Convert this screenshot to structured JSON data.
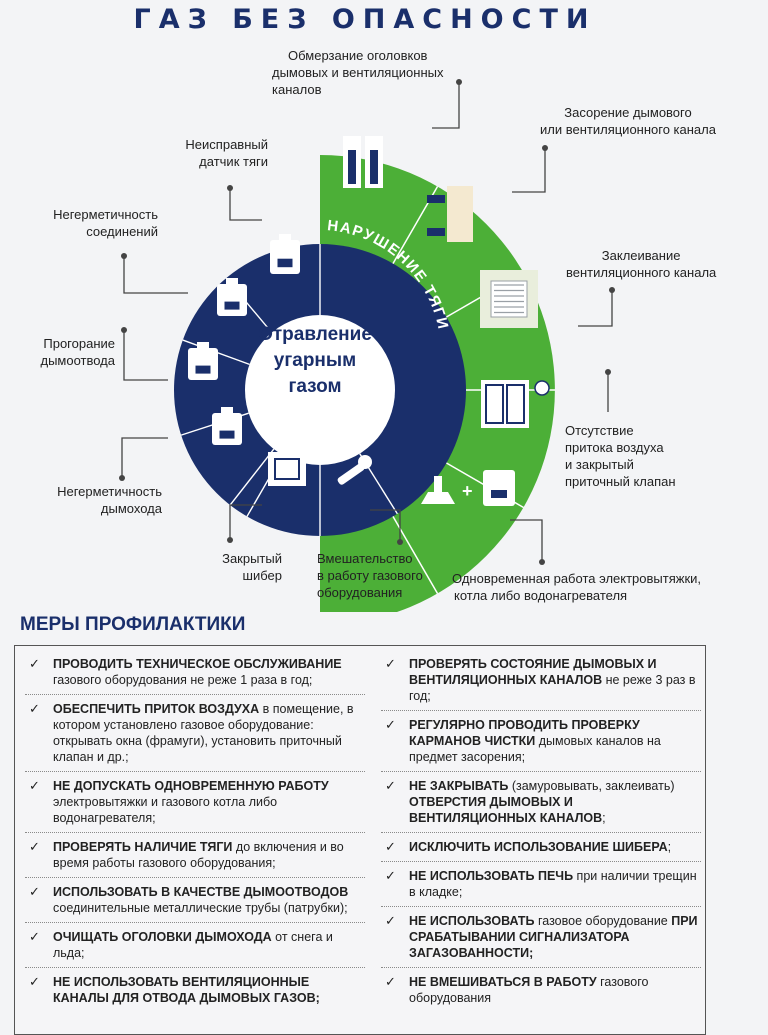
{
  "title": "ГАЗ БЕЗ ОПАСНОСТИ",
  "center": [
    "Отравление",
    "угарным",
    "газом"
  ],
  "arc_label": "НАРУШЕНИЕ ТЯГИ",
  "labels": {
    "freezing": [
      "Обмерзание оголовков",
      "дымовых и вентиляционных",
      "каналов"
    ],
    "clogging": [
      "Засорение дымового",
      "или вентиляционного канала"
    ],
    "sealing": [
      "Заклеивание",
      "вентиляционного канала"
    ],
    "no_air": [
      "Отсутствие",
      "притока воздуха",
      "и закрытый",
      "приточный клапан"
    ],
    "simultaneous": [
      "Одновременная работа электровытяжки,",
      "котла либо водонагревателя"
    ],
    "intervention": [
      "Вмешательство",
      "в работу газового",
      "оборудования"
    ],
    "damper": [
      "Закрытый",
      "шибер"
    ],
    "chimney_leak": [
      "Негерметичность",
      "дымохода"
    ],
    "flue_burn": [
      "Прогорание",
      "дымоотвода"
    ],
    "joint_leak": [
      "Негерметичность",
      "соединений"
    ],
    "sensor": [
      "Неисправный",
      "датчик тяги"
    ]
  },
  "prevention_title": "МЕРЫ ПРОФИЛАКТИКИ",
  "check_mark": "✓",
  "measures_left": [
    [
      {
        "b": "ПРОВОДИТЬ ТЕХНИЧЕСКОЕ ОБСЛУЖИВАНИЕ"
      },
      {
        "t": " газового оборудования  не реже 1 раза в год;"
      }
    ],
    [
      {
        "b": "ОБЕСПЕЧИТЬ ПРИТОК ВОЗДУХА"
      },
      {
        "t": " в помещение, в котором установлено газовое оборудование: открывать окна (фрамуги), установить приточный клапан и др.;"
      }
    ],
    [
      {
        "b": "НЕ ДОПУСКАТЬ ОДНОВРЕМЕННУЮ РАБОТУ"
      },
      {
        "t": " электровытяжки и газового котла либо водонагревателя;"
      }
    ],
    [
      {
        "b": "ПРОВЕРЯТЬ  НАЛИЧИЕ ТЯГИ"
      },
      {
        "t": " до включения и во время работы газового оборудования;"
      }
    ],
    [
      {
        "b": "ИСПОЛЬЗОВАТЬ В КАЧЕСТВЕ ДЫМООТВОДОВ"
      },
      {
        "t": " соединительные металлические трубы (патрубки);"
      }
    ],
    [
      {
        "b": "ОЧИЩАТЬ ОГОЛОВКИ ДЫМОХОДА"
      },
      {
        "t": " от снега и льда;"
      }
    ],
    [
      {
        "b": "НЕ ИСПОЛЬЗОВАТЬ ВЕНТИЛЯЦИОННЫЕ КАНАЛЫ ДЛЯ ОТВОДА ДЫМОВЫХ ГАЗОВ;"
      }
    ]
  ],
  "measures_right": [
    [
      {
        "b": "ПРОВЕРЯТЬ СОСТОЯНИЕ ДЫМОВЫХ  И ВЕНТИЛЯЦИОННЫХ КАНАЛОВ"
      },
      {
        "t": "  не реже 3 раз в год;"
      }
    ],
    [
      {
        "b": "РЕГУЛЯРНО ПРОВОДИТЬ ПРОВЕРКУ КАРМАНОВ ЧИСТКИ"
      },
      {
        "t": " дымовых каналов на предмет засорения;"
      }
    ],
    [
      {
        "b": "НЕ ЗАКРЫВАТЬ"
      },
      {
        "t": " (замуровывать, заклеивать) "
      },
      {
        "b": "ОТВЕРСТИЯ ДЫМОВЫХ И ВЕНТИЛЯЦИОННЫХ КАНАЛОВ"
      },
      {
        "t": ";"
      }
    ],
    [
      {
        "b": "ИСКЛЮЧИТЬ ИСПОЛЬЗОВАНИЕ ШИБЕРА"
      },
      {
        "t": ";"
      }
    ],
    [
      {
        "b": "НЕ ИСПОЛЬЗОВАТЬ ПЕЧЬ"
      },
      {
        "t": " при наличии трещин в кладке;"
      }
    ],
    [
      {
        "b": "НЕ ИСПОЛЬЗОВАТЬ"
      },
      {
        "t": " газовое оборудование "
      },
      {
        "b": "ПРИ СРАБАТЫВАНИИ СИГНАЛИЗАТОРА ЗАГАЗОВАННОСТИ;"
      }
    ],
    [
      {
        "b": "НЕ ВМЕШИВАТЬСЯ В РАБОТУ"
      },
      {
        "t": " газового оборудования"
      }
    ]
  ],
  "colors": {
    "navy": "#1a2f6b",
    "green": "#4caf37",
    "green_light": "#6cc04a"
  }
}
